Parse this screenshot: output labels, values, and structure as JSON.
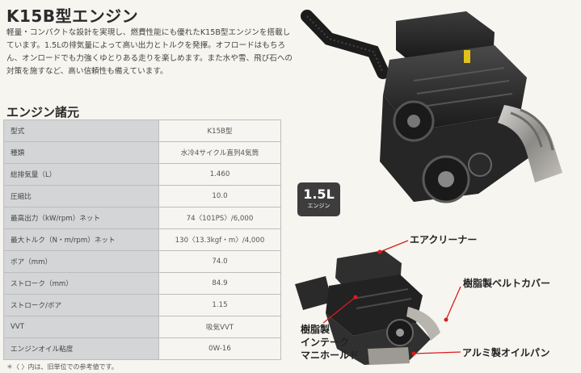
{
  "title": "K15B型エンジン",
  "intro": "軽量・コンパクトな設計を実現し、燃費性能にも優れたK15B型エンジンを搭載しています。1.5Lの排気量によって高い出力とトルクを発揮。オフロードはもちろん、オンロードでも力強くゆとりある走りを楽しめます。また水や雪、飛び石への対策を施すなど、高い信頼性も備えています。",
  "spec_heading": "エンジン諸元",
  "specs": [
    {
      "label": "型式",
      "value": "K15B型"
    },
    {
      "label": "種類",
      "value": "水冷4サイクル直列4気筒"
    },
    {
      "label": "総排気量（L）",
      "value": "1.460"
    },
    {
      "label": "圧縮比",
      "value": "10.0"
    },
    {
      "label": "最高出力（kW/rpm）ネット",
      "value": "74〈101PS〉/6,000"
    },
    {
      "label": "最大トルク（N・m/rpm）ネット",
      "value": "130〈13.3kgf・m〉/4,000"
    },
    {
      "label": "ボア（mm）",
      "value": "74.0"
    },
    {
      "label": "ストローク（mm）",
      "value": "84.9"
    },
    {
      "label": "ストローク/ボア",
      "value": "1.15"
    },
    {
      "label": "VVT",
      "value": "吸気VVT"
    },
    {
      "label": "エンジンオイル粘度",
      "value": "0W-16"
    }
  ],
  "footnote": "＊〈 〉内は、旧単位での参考値です。",
  "badge": {
    "big": "1.5L",
    "small": "エンジン"
  },
  "callouts": {
    "air_cleaner": "エアクリーナー",
    "belt_cover": "樹脂製ベルトカバー",
    "intake_line1": "樹脂製",
    "intake_line2": "インテーク",
    "intake_line3": "マニホールド",
    "oil_pan": "アルミ製オイルパン"
  },
  "colors": {
    "accent": "#d81c1c",
    "badge": "#3d3d3d",
    "label_cell": "#d4d5d6"
  }
}
